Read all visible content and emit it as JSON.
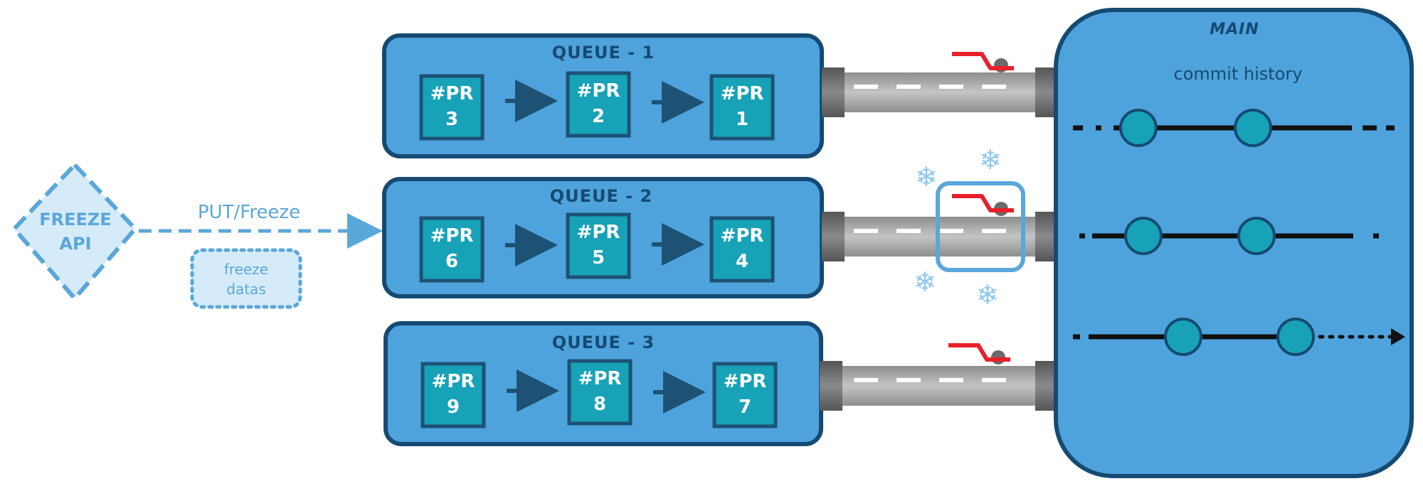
{
  "freeze_api": {
    "line1": "FREEZE",
    "line2": "API"
  },
  "request": {
    "label": "PUT/Freeze",
    "payload_line1": "freeze",
    "payload_line2": "datas"
  },
  "queues": [
    {
      "title": "QUEUE - 1",
      "prs": [
        {
          "tag": "#PR",
          "num": "3"
        },
        {
          "tag": "#PR",
          "num": "2"
        },
        {
          "tag": "#PR",
          "num": "1"
        }
      ],
      "frozen": false
    },
    {
      "title": "QUEUE - 2",
      "prs": [
        {
          "tag": "#PR",
          "num": "6"
        },
        {
          "tag": "#PR",
          "num": "5"
        },
        {
          "tag": "#PR",
          "num": "4"
        }
      ],
      "frozen": true
    },
    {
      "title": "QUEUE - 3",
      "prs": [
        {
          "tag": "#PR",
          "num": "9"
        },
        {
          "tag": "#PR",
          "num": "8"
        },
        {
          "tag": "#PR",
          "num": "7"
        }
      ],
      "frozen": false
    }
  ],
  "main": {
    "title": "MAIN",
    "subtitle": "commit history"
  },
  "snow_glyph": "❄",
  "colors": {
    "queue_fill": "#4fa3dc",
    "queue_stroke": "#154a73",
    "pr_fill": "#17a2b8",
    "pr_stroke": "#1d5275",
    "valve": "#e8202b",
    "pipe": "#a9a9a9",
    "api_fill": "#d6ebfa",
    "api_stroke": "#5aa7d9",
    "commit": "#17a2b8"
  }
}
